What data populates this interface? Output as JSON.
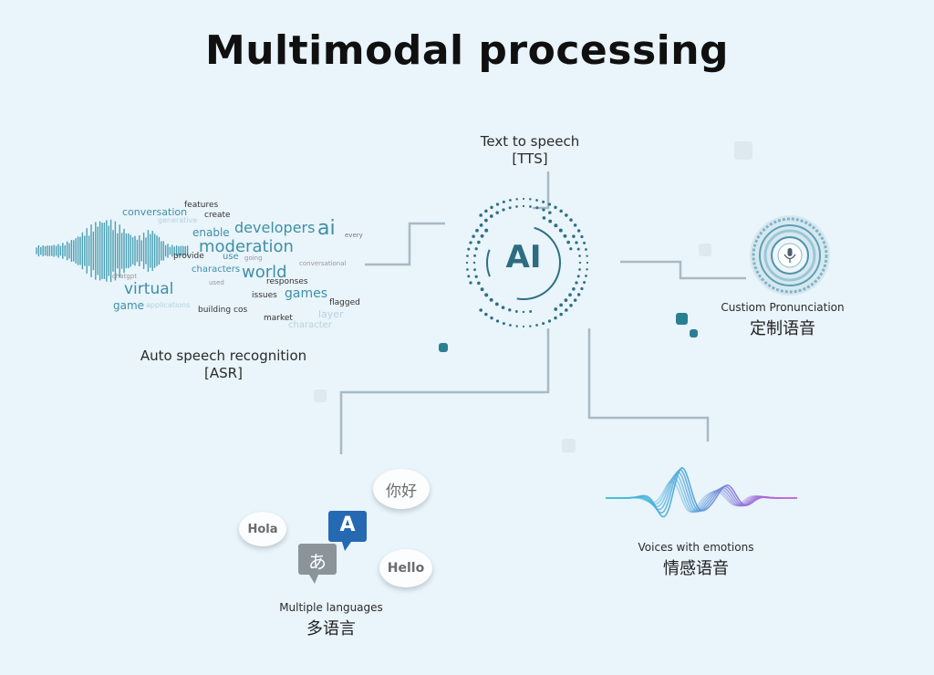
{
  "title": "Multimodal processing",
  "center": {
    "text": "AI"
  },
  "tts": {
    "line1": "Text to speech",
    "line2": "[TTS]"
  },
  "asr": {
    "line1": "Auto speech recognition",
    "line2": "[ASR]"
  },
  "custom": {
    "en": "Custiom Pronunciation",
    "zh": "定制语音"
  },
  "emotion": {
    "en": "Voices with emotions",
    "zh": "情感语音"
  },
  "languages": {
    "en": "Multiple languages",
    "zh": "多语言",
    "bubbles": {
      "hola": "Hola",
      "nihao": "你好",
      "hello": "Hello",
      "a": "A",
      "jp": "あ"
    }
  },
  "word_cloud": [
    "features",
    "create",
    "conversation",
    "generative",
    "enable",
    "developers",
    "ai",
    "every",
    "moderation",
    "provide",
    "use",
    "going",
    "conversational",
    "characters",
    "world",
    "chatgpt",
    "responses",
    "virtual",
    "used",
    "issues",
    "games",
    "flagged",
    "game",
    "applications",
    "building",
    "cos",
    "layer",
    "market",
    "character"
  ],
  "colors": {
    "accent": "#2b7f93",
    "line": "#a9b9c4",
    "wave": "#4a9fb2"
  }
}
